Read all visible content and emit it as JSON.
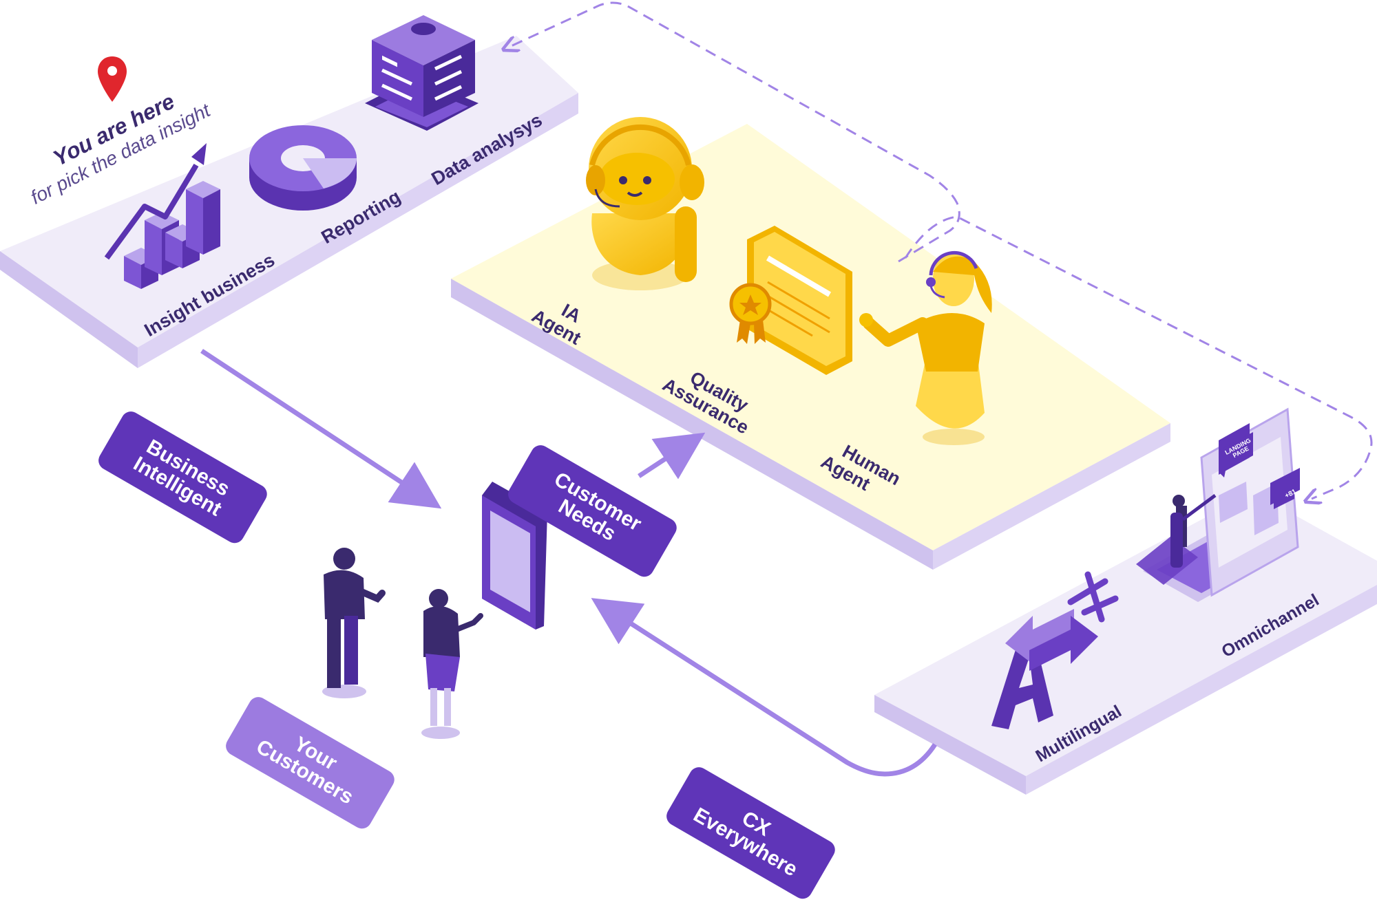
{
  "marker": {
    "title": "You are here",
    "subtitle": "for pick the data insight"
  },
  "bi_platform": {
    "labels": [
      "Insight business",
      "Reporting",
      "Data analysys"
    ]
  },
  "agent_platform": {
    "ia_agent": [
      "IA",
      "Agent"
    ],
    "quality": [
      "Quality",
      "Assurance"
    ],
    "human_agent": [
      "Human",
      "Agent"
    ]
  },
  "channel_platform": {
    "multilingual": "Multilingual",
    "omnichannel": "Omnichannel",
    "landing_page": [
      "LANDING",
      "PAGE"
    ],
    "notification": "+81"
  },
  "tags": {
    "business_intelligent": [
      "Business",
      "Intelligent"
    ],
    "customer_needs": [
      "Customer",
      "Needs"
    ],
    "your_customers": [
      "Your",
      "Customers"
    ],
    "cx_everywhere": [
      "CX",
      "Everywhere"
    ]
  },
  "colors": {
    "primary": "#6a3fc4",
    "tag": "#5f35b8",
    "tag_light": "#9c7be0",
    "platform_top": "#f0ecf9",
    "platform_side": "#cfc2ee",
    "agent_platform_top": "#fffbd9",
    "gold": "#f6c000",
    "pin": "#e0262d",
    "arrow": "#a184e6",
    "label": "#3a2a6e"
  }
}
